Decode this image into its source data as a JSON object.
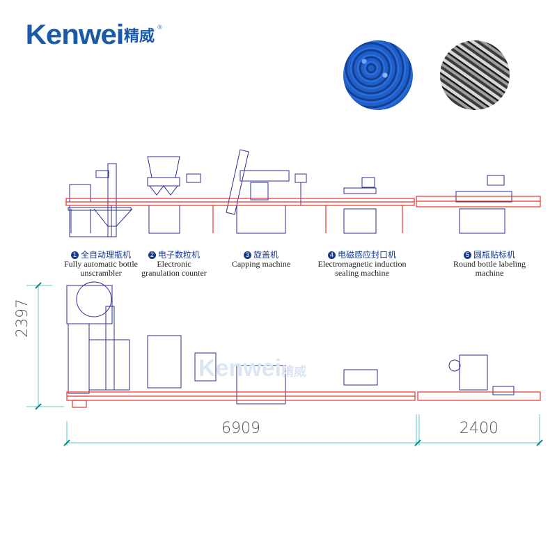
{
  "brand": {
    "name_en": "Kenwei",
    "name_cn": "精威",
    "registered_mark": "®",
    "color": "#1a5aa6"
  },
  "product_images": [
    {
      "name": "blue-plastic-pellets",
      "description": "blue plastic granules"
    },
    {
      "name": "metal-bolts",
      "description": "steel bolts"
    }
  ],
  "machines": [
    {
      "num": "1",
      "cn": "全自动理瓶机",
      "en_line1": "Fully automatic bottle",
      "en_line2": "unscrambler"
    },
    {
      "num": "2",
      "cn": "电子数粒机",
      "en_line1": "Electronic",
      "en_line2": "granulation counter"
    },
    {
      "num": "3",
      "cn": "旋盖机",
      "en_line1": "Capping machine",
      "en_line2": ""
    },
    {
      "num": "4",
      "cn": "电磁感应封口机",
      "en_line1": "Electromagnetic induction",
      "en_line2": "sealing machine"
    },
    {
      "num": "5",
      "cn": "圆瓶贴标机",
      "en_line1": "Round bottle labeling",
      "en_line2": "machine"
    }
  ],
  "dimensions": {
    "height": "2397",
    "length_main": "6909",
    "length_secondary": "2400",
    "line_color": "#5fc9c9"
  },
  "watermark": {
    "en": "Kenwei",
    "cn": "精威"
  },
  "colors": {
    "machine_outline": "#2a2f8f",
    "conveyor": "#e8312a"
  }
}
